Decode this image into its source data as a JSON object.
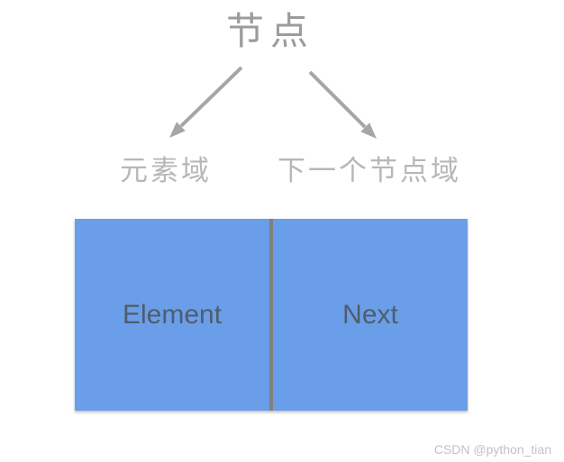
{
  "diagram": {
    "title": "节点",
    "field_labels": {
      "left": "元素域",
      "right": "下一个节点域"
    },
    "node_box": {
      "left_cell": "Element",
      "right_cell": "Next"
    },
    "icons": {
      "left_arrow": "arrow-down-left-icon",
      "right_arrow": "arrow-down-right-icon"
    },
    "colors": {
      "box_fill": "#6b9ee9",
      "divider": "#808080",
      "arrow": "#a6a6a6",
      "title_text": "#9c9c9c",
      "label_text": "#b7b7b7",
      "cell_text": "#4f5d6d",
      "watermark_text": "#c2c2c2"
    }
  },
  "watermark": "CSDN @python_tian"
}
